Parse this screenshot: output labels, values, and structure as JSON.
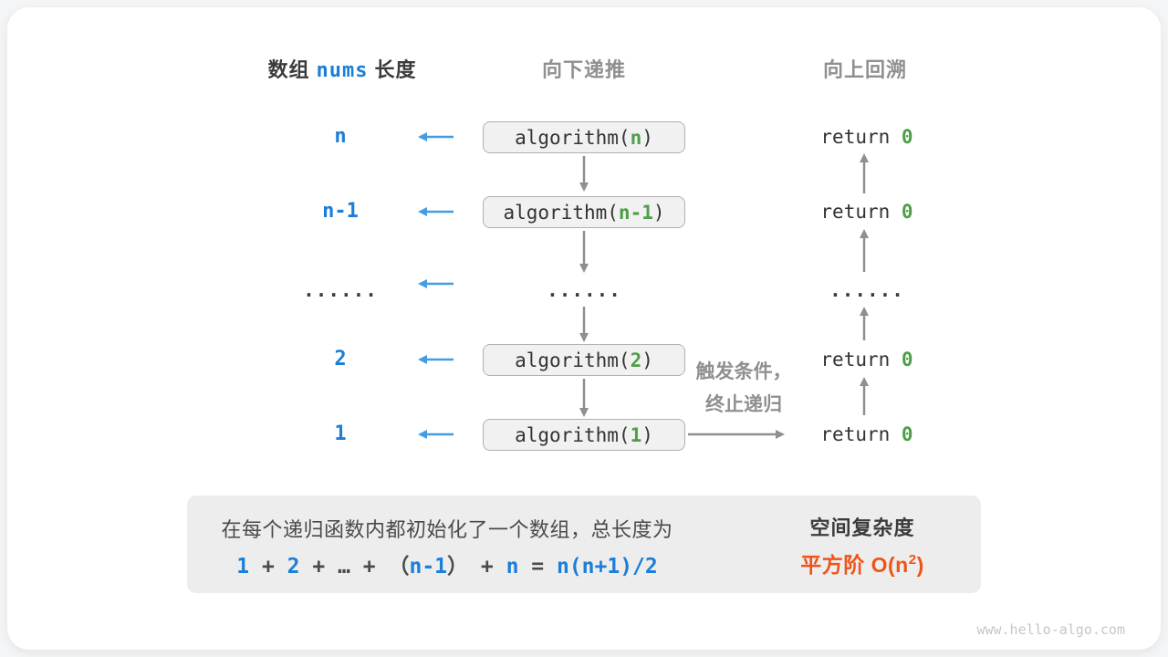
{
  "colors": {
    "blue": "#1b7ed8",
    "arrow_blue": "#429de4",
    "green": "#4d9e47",
    "orange": "#ee5418",
    "gray": "#8f8f8f",
    "box_fill": "#f1f1f1",
    "summary_fill": "#ededed"
  },
  "header": {
    "left_prefix": "数组",
    "left_code": "nums",
    "left_suffix": "长度",
    "down": "向下递推",
    "up": "向上回溯"
  },
  "rows": [
    {
      "size": "n",
      "call_open": "algorithm(",
      "arg": "n",
      "call_close": ")",
      "return_kw": "return ",
      "return_val": "0"
    },
    {
      "size": "n-1",
      "call_open": "algorithm(",
      "arg": "n-1",
      "call_close": ")",
      "return_kw": "return ",
      "return_val": "0"
    },
    {
      "size": "......",
      "mid_ellipsis": "......",
      "right_ellipsis": "......"
    },
    {
      "size": "2",
      "call_open": "algorithm(",
      "arg": "2",
      "call_close": ")",
      "return_kw": "return ",
      "return_val": "0"
    },
    {
      "size": "1",
      "call_open": "algorithm(",
      "arg": "1",
      "call_close": ")",
      "return_kw": "return ",
      "return_val": "0"
    }
  ],
  "annotation": {
    "line1": "触发条件，",
    "line2": "终止递归"
  },
  "summary": {
    "description": "在每个递归函数内都初始化了一个数组，总长度为",
    "formula": [
      {
        "t": "1",
        "c": "blue"
      },
      {
        "t": " + ",
        "c": "dark"
      },
      {
        "t": "2",
        "c": "blue"
      },
      {
        "t": " + ",
        "c": "dark"
      },
      {
        "t": "…",
        "c": "dark"
      },
      {
        "t": " + ",
        "c": "dark"
      },
      {
        "t": "（",
        "c": "dark"
      },
      {
        "t": "n-1",
        "c": "blue"
      },
      {
        "t": "）",
        "c": "dark"
      },
      {
        "t": " + ",
        "c": "dark"
      },
      {
        "t": "n",
        "c": "blue"
      },
      {
        "t": " = ",
        "c": "dark"
      },
      {
        "t": "n(n+1)/2",
        "c": "blue"
      }
    ],
    "result_title": "空间复杂度",
    "result_prefix": "平方阶 O(n",
    "result_sup": "2",
    "result_suffix": ")"
  },
  "footer": {
    "site": "www.hello-algo.com"
  }
}
